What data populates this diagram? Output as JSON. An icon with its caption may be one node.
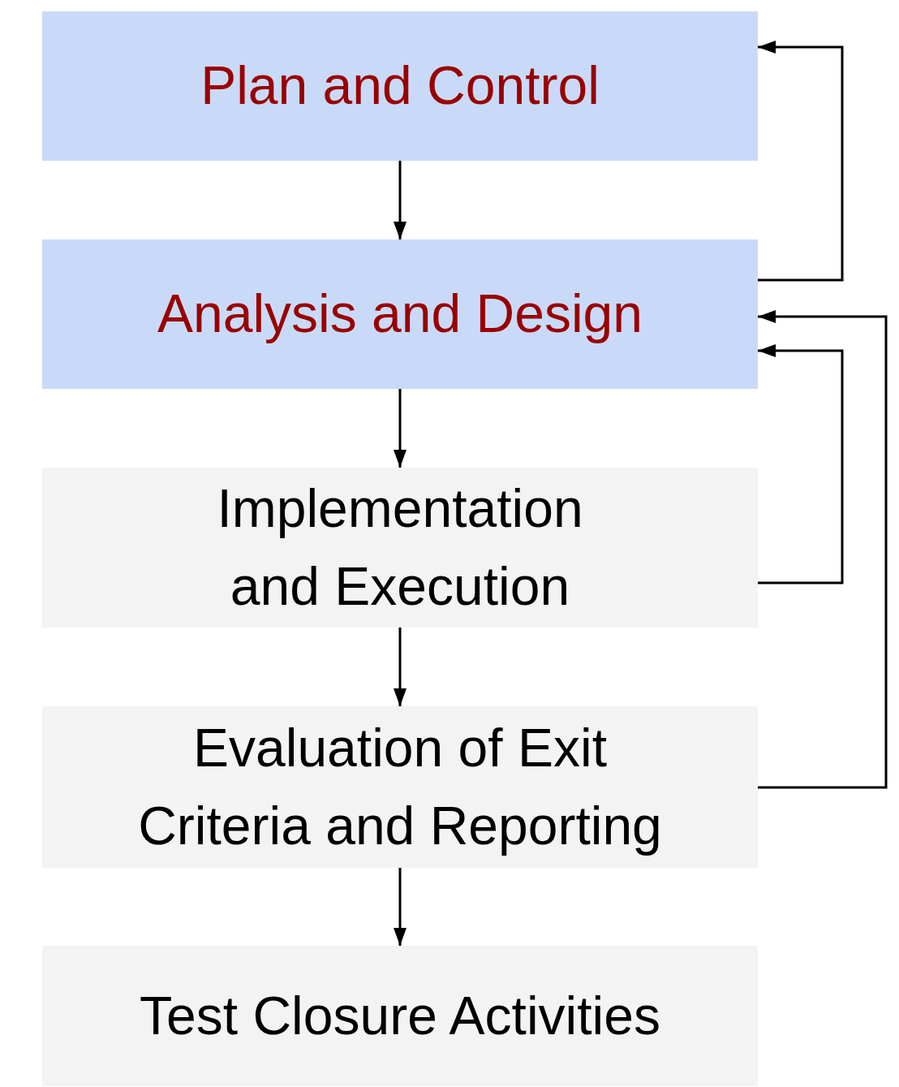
{
  "diagram": {
    "nodes": [
      {
        "text": [
          "Plan and Control"
        ]
      },
      {
        "text": [
          "Analysis and Design"
        ]
      },
      {
        "text": [
          "Implementation and Execution"
        ]
      },
      {
        "text": [
          "Evaluation of Exit Criteria and Reporting"
        ]
      },
      {
        "text": [
          "Test Closure Activities"
        ]
      }
    ],
    "edges": [
      {
        "from": 0,
        "to": 1,
        "arrow": "to"
      },
      {
        "from": 1,
        "to": 2,
        "arrow": "to"
      },
      {
        "from": 2,
        "to": 3,
        "arrow": "to"
      },
      {
        "from": 3,
        "to": 4,
        "arrow": "to"
      },
      {
        "from": 1,
        "to": 0,
        "arrow": "to"
      },
      {
        "from": 2,
        "to": 1,
        "arrow": "to"
      },
      {
        "from": 3,
        "to": 1,
        "arrow": "to"
      }
    ]
  }
}
